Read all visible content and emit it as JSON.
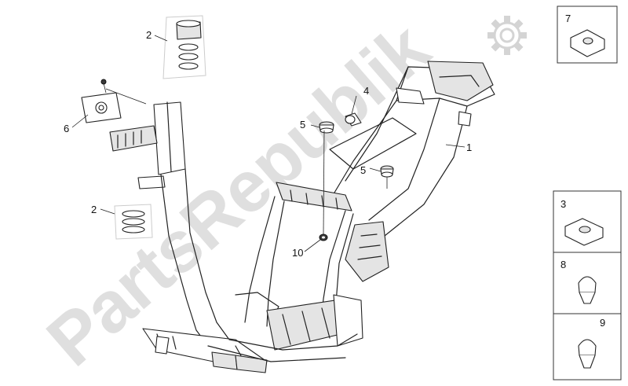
{
  "watermark": {
    "text": "PartsRepublik",
    "color": "#d9d9d9"
  },
  "logo": {
    "icon": "gear-icon",
    "color": "#d9d9d9"
  },
  "callouts": {
    "c1": "1",
    "c2a": "2",
    "c2b": "2",
    "c3": "3",
    "c4": "4",
    "c5a": "5",
    "c5b": "5",
    "c6": "6",
    "c7": "7",
    "c8": "8",
    "c9": "9",
    "c10": "10"
  }
}
